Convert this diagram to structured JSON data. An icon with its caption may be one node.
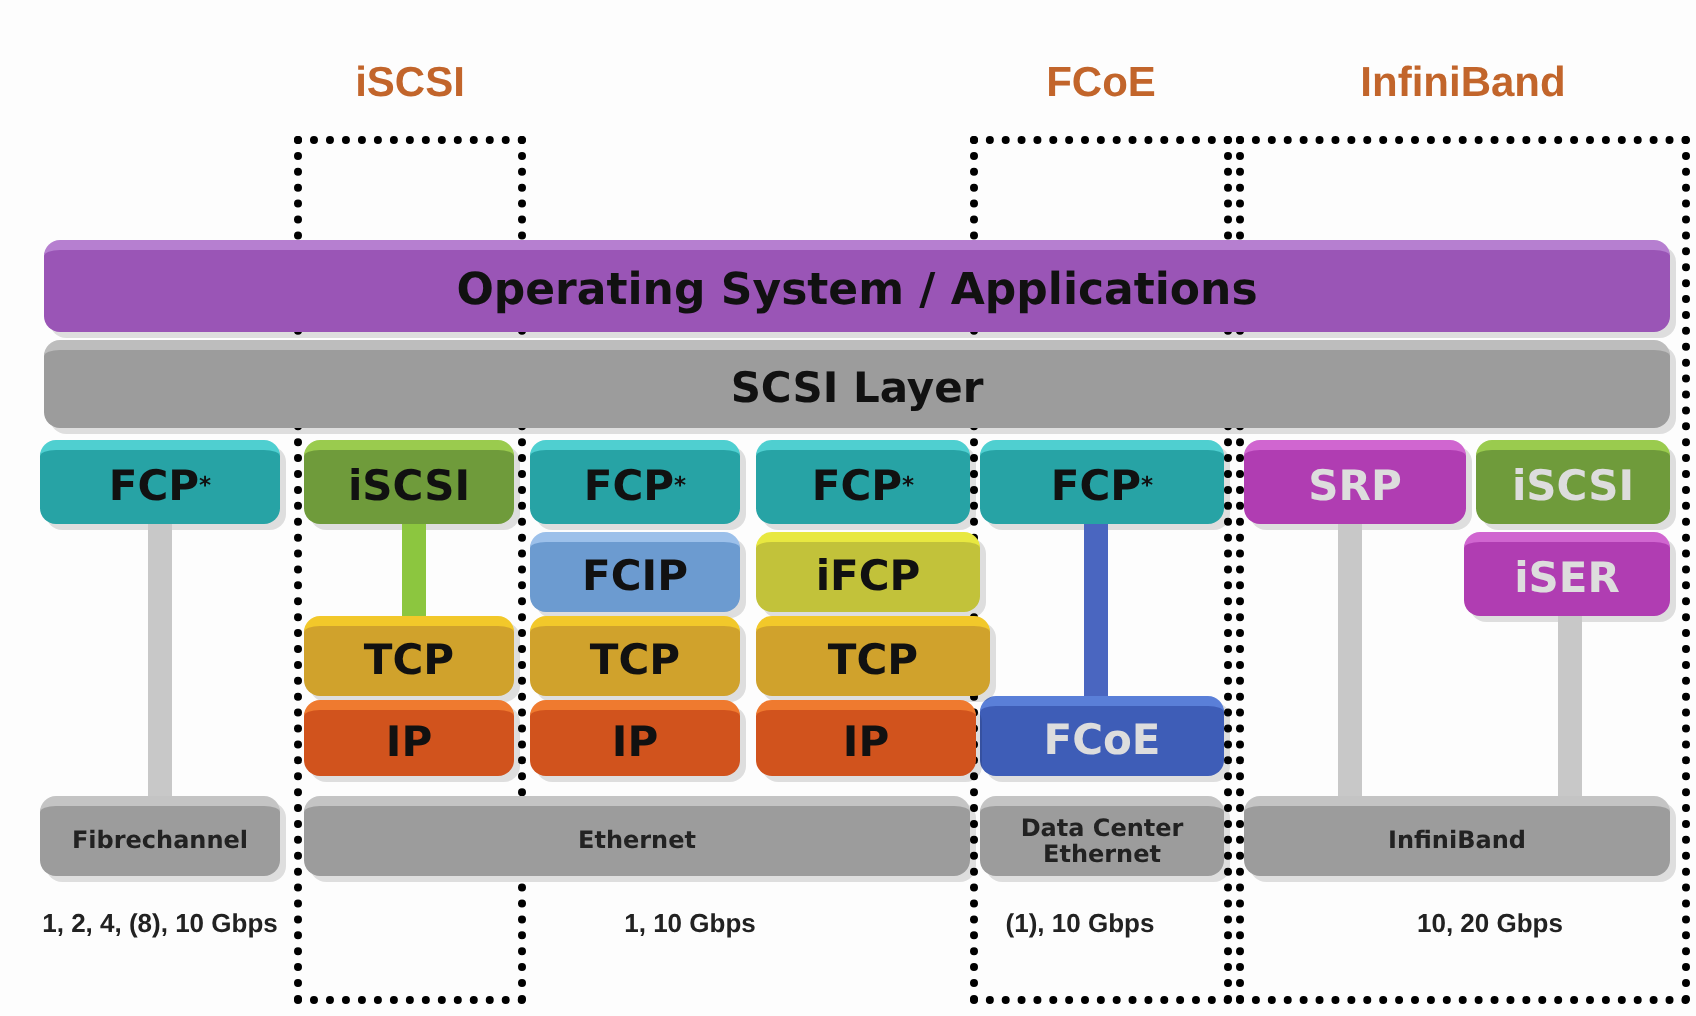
{
  "diagram": {
    "nodes": [
      {
        "text": [
          "iSCSI"
        ]
      },
      {
        "text": [
          "FCoE"
        ]
      },
      {
        "text": [
          "InfiniBand"
        ]
      },
      {
        "text": [
          "Operating System / Applications"
        ]
      },
      {
        "text": [
          "SCSI Layer"
        ]
      },
      {
        "text": [
          "FCP$^{*}$"
        ]
      },
      {
        "text": [
          "iSCSI"
        ],
        "in": 0
      },
      {
        "text": [
          "FCP$^{*}$"
        ]
      },
      {
        "text": [
          "FCP$^{*}$"
        ]
      },
      {
        "text": [
          "FCP$^{*}$"
        ],
        "in": 1
      },
      {
        "text": [
          "SRP"
        ],
        "in": 2
      },
      {
        "text": [
          "iSCSI"
        ],
        "in": 2
      },
      {
        "text": [
          "FCIP"
        ]
      },
      {
        "text": [
          "iFCP"
        ]
      },
      {
        "text": [
          "iSER"
        ],
        "in": 2
      },
      {
        "text": [
          "TCP"
        ],
        "in": 0
      },
      {
        "text": [
          "TCP"
        ]
      },
      {
        "text": [
          "TCP"
        ]
      },
      {
        "text": [
          "FCoE"
        ],
        "in": 1
      },
      {
        "text": [
          "IP"
        ],
        "in": 0
      },
      {
        "text": [
          "IP"
        ]
      },
      {
        "text": [
          "IP"
        ]
      },
      {
        "text": [
          "Fibrechannel"
        ]
      },
      {
        "text": [
          "Ethernet"
        ]
      },
      {
        "text": [
          "Data Center Ethernet"
        ],
        "in": 1
      },
      {
        "text": [
          "InfiniBand"
        ],
        "in": 2
      }
    ],
    "edges": [
      {
        "from": 5,
        "to": 22,
        "arrow": "none"
      },
      {
        "from": 6,
        "to": 15,
        "arrow": "none",
        "color": "#8cc63f"
      },
      {
        "from": 9,
        "to": 18,
        "arrow": "none",
        "color": "#4a66c0"
      },
      {
        "from": 10,
        "to": 25,
        "arrow": "none"
      },
      {
        "from": 14,
        "to": 25,
        "arrow": "none"
      }
    ],
    "labels": [
      "1, 2, 4, (8), 10 Gbps",
      "1, 10 Gbps",
      "(1), 10 Gbps",
      "10, 20 Gbps"
    ]
  }
}
